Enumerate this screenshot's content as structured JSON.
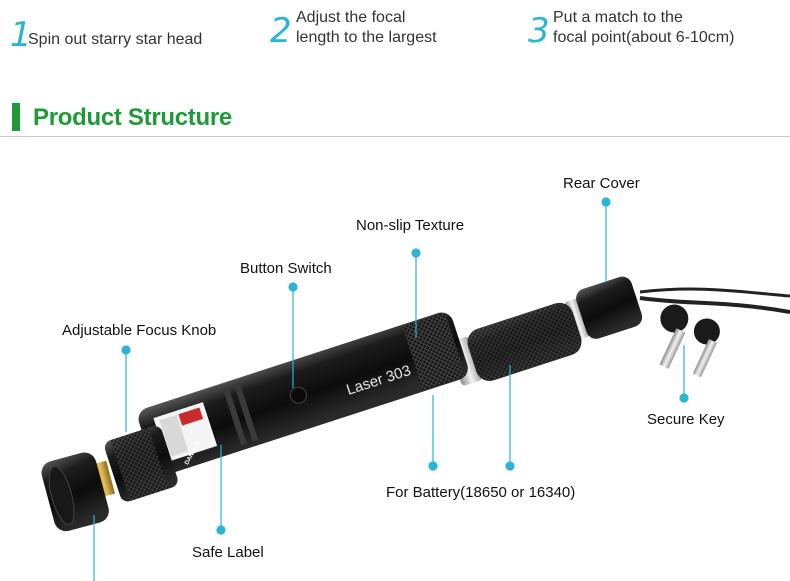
{
  "steps": [
    {
      "number": "1",
      "text": "Spin out starry star head"
    },
    {
      "number": "2",
      "line1": "Adjust the focal",
      "line2": "length to the largest"
    },
    {
      "number": "3",
      "line1": "Put a match to the",
      "line2": "focal point(about 6-10cm)"
    }
  ],
  "section": {
    "title": "Product Structure"
  },
  "product": {
    "engraving": "Laser 303",
    "warning_label": "DANGER"
  },
  "callouts": {
    "rear_cover": "Rear Cover",
    "non_slip_texture": "Non-slip Texture",
    "button_switch": "Button Switch",
    "adjustable_focus_knob": "Adjustable Focus Knob",
    "secure_key": "Secure Key",
    "for_battery": "For Battery(18650 or 16340)",
    "safe_label": "Safe Label"
  },
  "colors": {
    "accent": "#2ab5d6",
    "section": "#1f9a3a"
  }
}
